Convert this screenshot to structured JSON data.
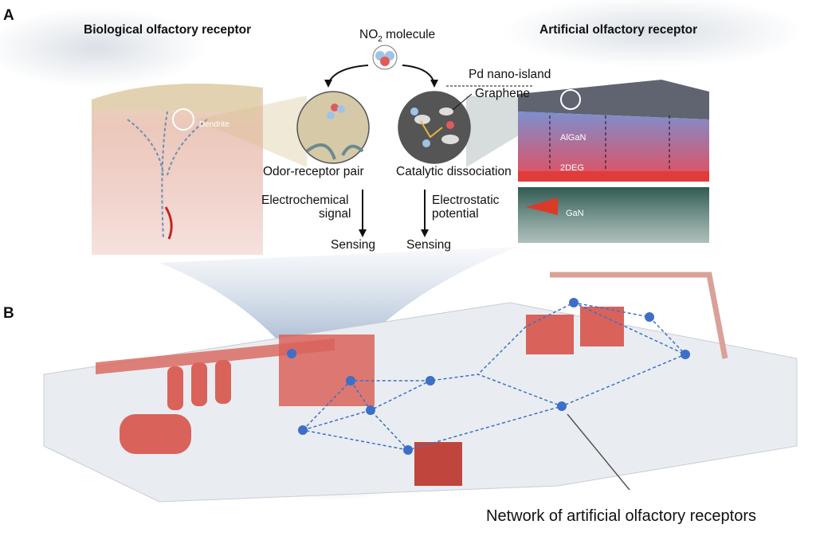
{
  "panels": {
    "a": "A",
    "b": "B"
  },
  "panel_a": {
    "bio_title": "Biological olfactory receptor",
    "art_title": "Artificial olfactory receptor",
    "molecule_label": "NO",
    "molecule_sub": "2",
    "molecule_suffix": " molecule",
    "dendrite": "Dendrite",
    "pd_label": "Pd nano-island",
    "graphene_label": "Graphene",
    "odor_pair": "Odor-receptor pair",
    "catalytic": "Catalytic dissociation",
    "electrochem_1": "Electrochemical",
    "electrochem_2": "signal",
    "electrostatic_1": "Electrostatic",
    "electrostatic_2": "potential",
    "sensing_left": "Sensing",
    "sensing_right": "Sensing",
    "algan": "AlGaN",
    "twodeg": "2DEG",
    "gan": "GaN"
  },
  "panel_b": {
    "network_label": "Network of artificial olfactory receptors"
  },
  "colors": {
    "receptor_red": "#d9635a",
    "gan_green": "#2f5a52",
    "algan_blue": "#7d8fd0",
    "sensor_blue": "#3d6fc8",
    "tissue": "#e9c9b8"
  }
}
